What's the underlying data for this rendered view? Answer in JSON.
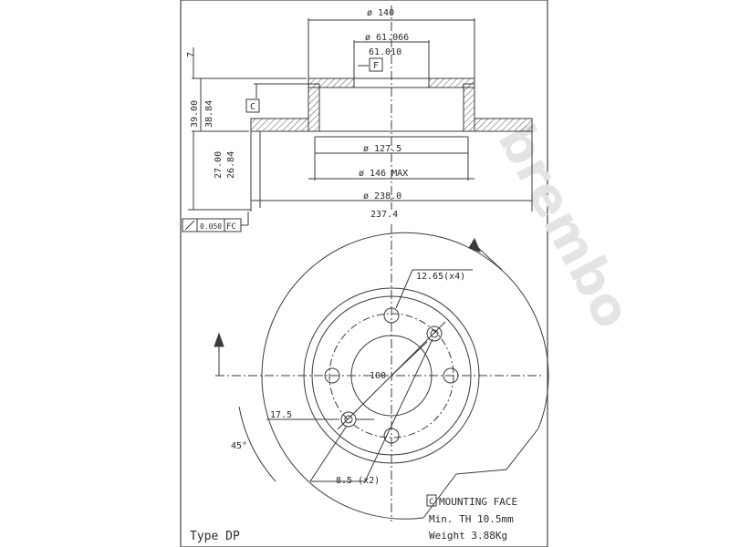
{
  "dimensions": {
    "outer_flange": "ø 140",
    "bore_upper": "ø 61.066",
    "bore_lower": "61.010",
    "datum_f": "F",
    "datum_c": "C",
    "tolerance_value": "0.050",
    "tolerance_ref": "FC",
    "inner_hat": "ø 127.5",
    "hat_max": "ø 146 MAX",
    "outer_diameter": "ø 238.0",
    "outer_diameter_min": "237.4",
    "height_total": "39.00",
    "height_total_min": "38.84",
    "height_lower": "27.00",
    "height_lower_min": "26.84",
    "tick_top": "7",
    "stud_hole": "12.65(x4)",
    "pcd": "100",
    "offset": "17.5",
    "small_hole": "8.5 (x2)",
    "angle": "45°"
  },
  "info": {
    "mounting": "MOUNTING FACE",
    "thickness": "Min. TH 10.5mm",
    "weight": "Weight  3.88Kg",
    "type_label": "Type DP"
  },
  "watermark": "brembo",
  "colors": {
    "line": "#3a3a3a",
    "hatch": "#555555",
    "watermark": "#e2e2e2"
  }
}
